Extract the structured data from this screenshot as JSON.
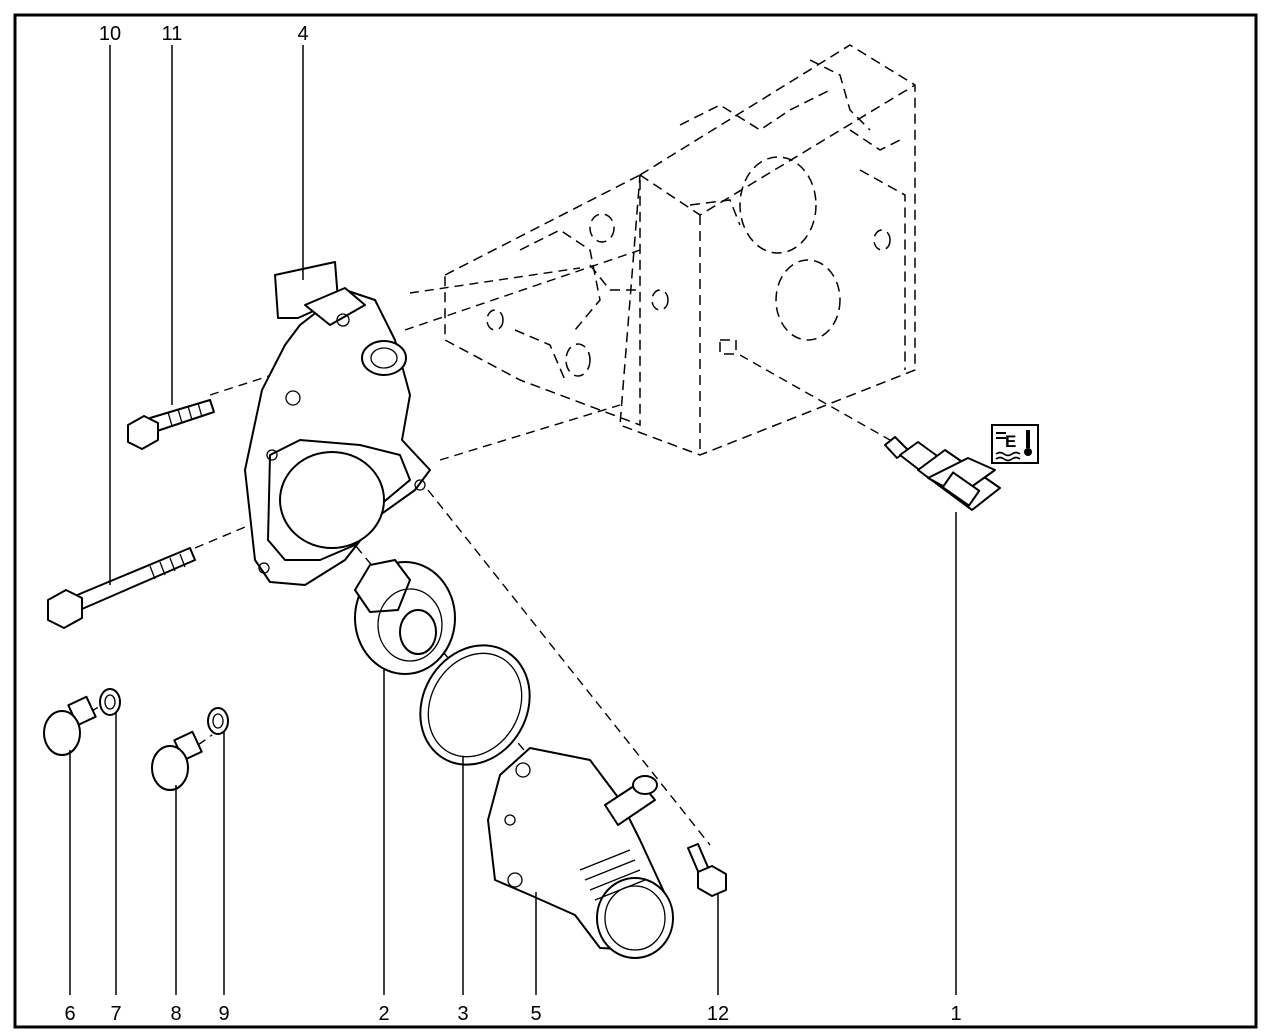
{
  "callouts": {
    "top": [
      "10",
      "11",
      "4"
    ],
    "bottom": [
      "6",
      "7",
      "8",
      "9",
      "2",
      "3",
      "5",
      "12",
      "1"
    ]
  },
  "icon": {
    "name": "coolant-temperature-icon",
    "letter": "E"
  }
}
